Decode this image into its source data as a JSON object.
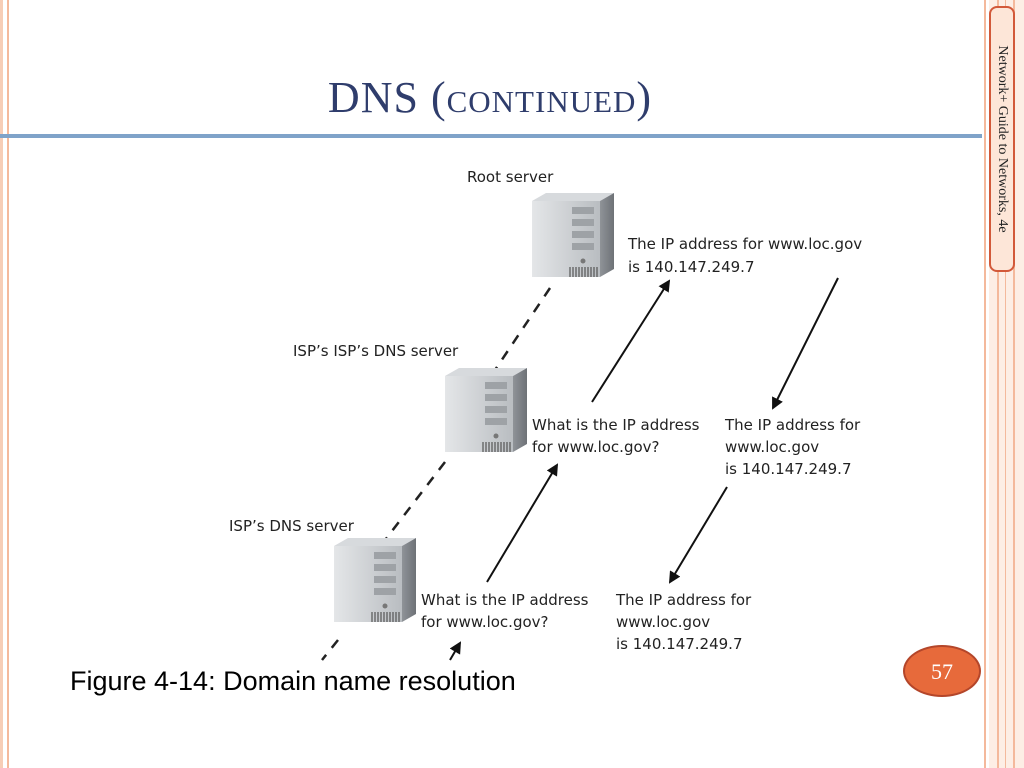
{
  "slide": {
    "title_main": "DNS (",
    "title_small_caps": "continued",
    "title_close": ")",
    "side_label": "Network+ Guide to Networks, 4e",
    "caption": "Figure 4-14: Domain name resolution",
    "page_number": "57"
  },
  "diagram": {
    "servers": [
      {
        "label": "Root server"
      },
      {
        "label": "ISP’s ISP’s DNS server"
      },
      {
        "label": "ISP’s DNS server"
      }
    ],
    "messages": {
      "root_reply_line1": "The IP address for www.loc.gov",
      "root_reply_line2": "is 140.147.249.7",
      "query_upper_line1": "What is the IP address",
      "query_upper_line2": "for www.loc.gov?",
      "reply_middle_line1": "The IP address for",
      "reply_middle_line2": "www.loc.gov",
      "reply_middle_line3": "is 140.147.249.7",
      "query_lower_line1": "What is the IP address",
      "query_lower_line2": "for www.loc.gov?",
      "reply_lower_line1": "The IP address for",
      "reply_lower_line2": "www.loc.gov",
      "reply_lower_line3": "is 140.147.249.7"
    }
  },
  "colors": {
    "title": "#2f3d6c",
    "rule": "#7fa3c9",
    "stripe": "#f5c6ad",
    "badge": "#e76a3b"
  }
}
